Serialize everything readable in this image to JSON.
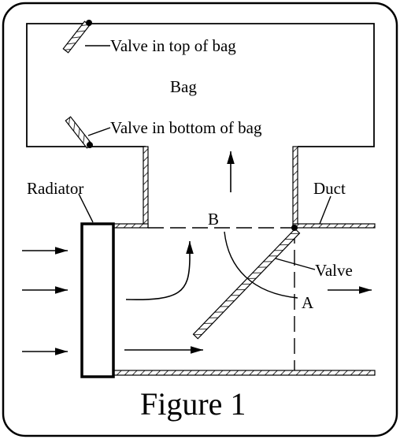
{
  "figure": {
    "caption": "Figure 1",
    "labels": {
      "valve_top": "Valve in top of bag",
      "bag": "Bag",
      "valve_bottom": "Valve in bottom of bag",
      "radiator": "Radiator",
      "duct": "Duct",
      "point_b": "B",
      "valve": "Valve",
      "point_a": "A"
    },
    "colors": {
      "line": "#000000",
      "background": "#ffffff"
    }
  }
}
